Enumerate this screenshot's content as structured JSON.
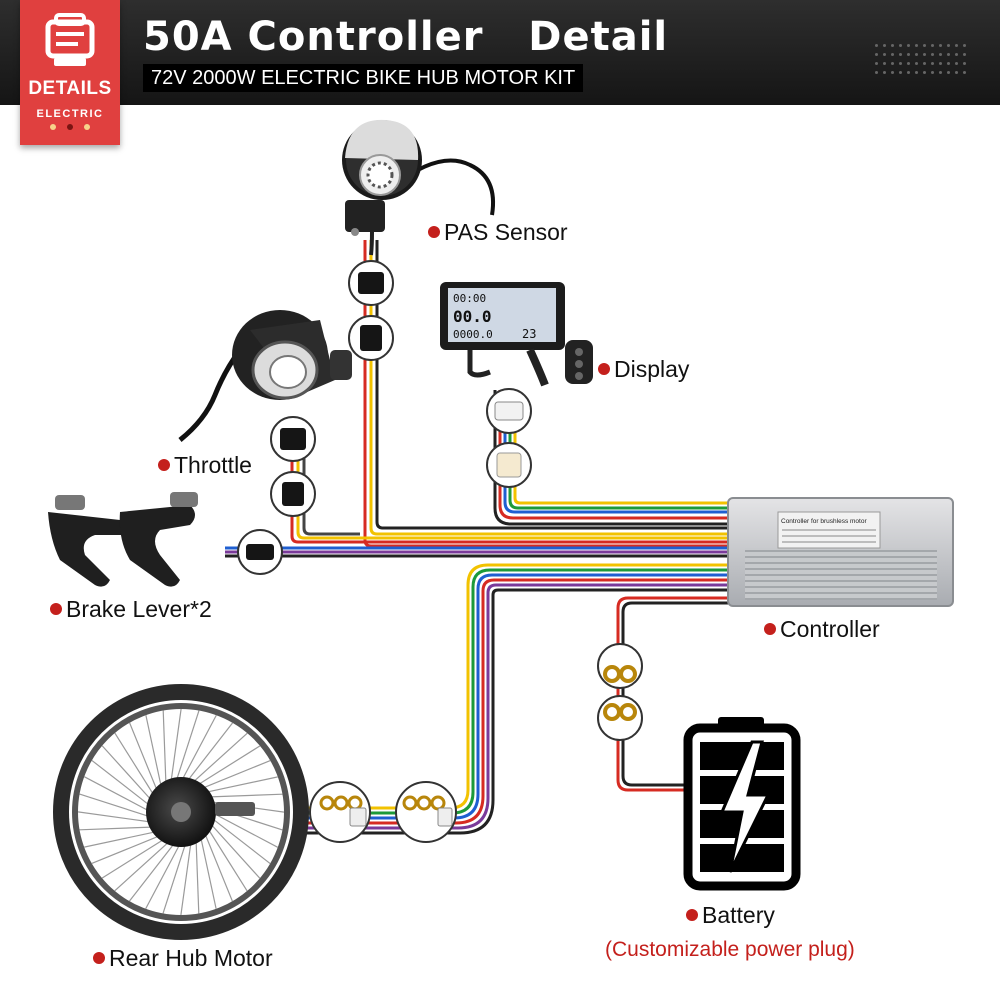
{
  "header": {
    "badge_main": "DETAILS",
    "badge_sub": "ELECTRIC",
    "title": "50A Controller   Detail",
    "subtitle": "72V 2000W ELECTRIC BIKE HUB MOTOR KIT"
  },
  "controller_label_text": "Controller for brushless motor",
  "display_digits": {
    "top": "00:00",
    "speed": "00.0",
    "odo": "0000.0",
    "temp": "23"
  },
  "components": {
    "pas_sensor": "PAS Sensor",
    "display": "Display",
    "throttle": "Throttle",
    "brake_lever": "Brake Lever*2",
    "controller": "Controller",
    "battery": "Battery",
    "rear_hub_motor": "Rear Hub Motor"
  },
  "battery_note": "(Customizable power plug)",
  "colors": {
    "accent_red": "#c4201c",
    "badge_red": "#e0403f",
    "header_bg": "#1e1e1e",
    "wire_yellow": "#f2c200",
    "wire_red": "#d62b22",
    "wire_blue": "#1f5fd1",
    "wire_green": "#1d9a3a",
    "wire_purple": "#7a3a9a",
    "wire_black": "#222222"
  },
  "icons": [
    "details-badge-icon",
    "pas-sensor-icon",
    "display-unit-icon",
    "throttle-icon",
    "brake-lever-icon",
    "controller-box-icon",
    "battery-icon",
    "hub-motor-wheel-icon",
    "connector-icon"
  ]
}
